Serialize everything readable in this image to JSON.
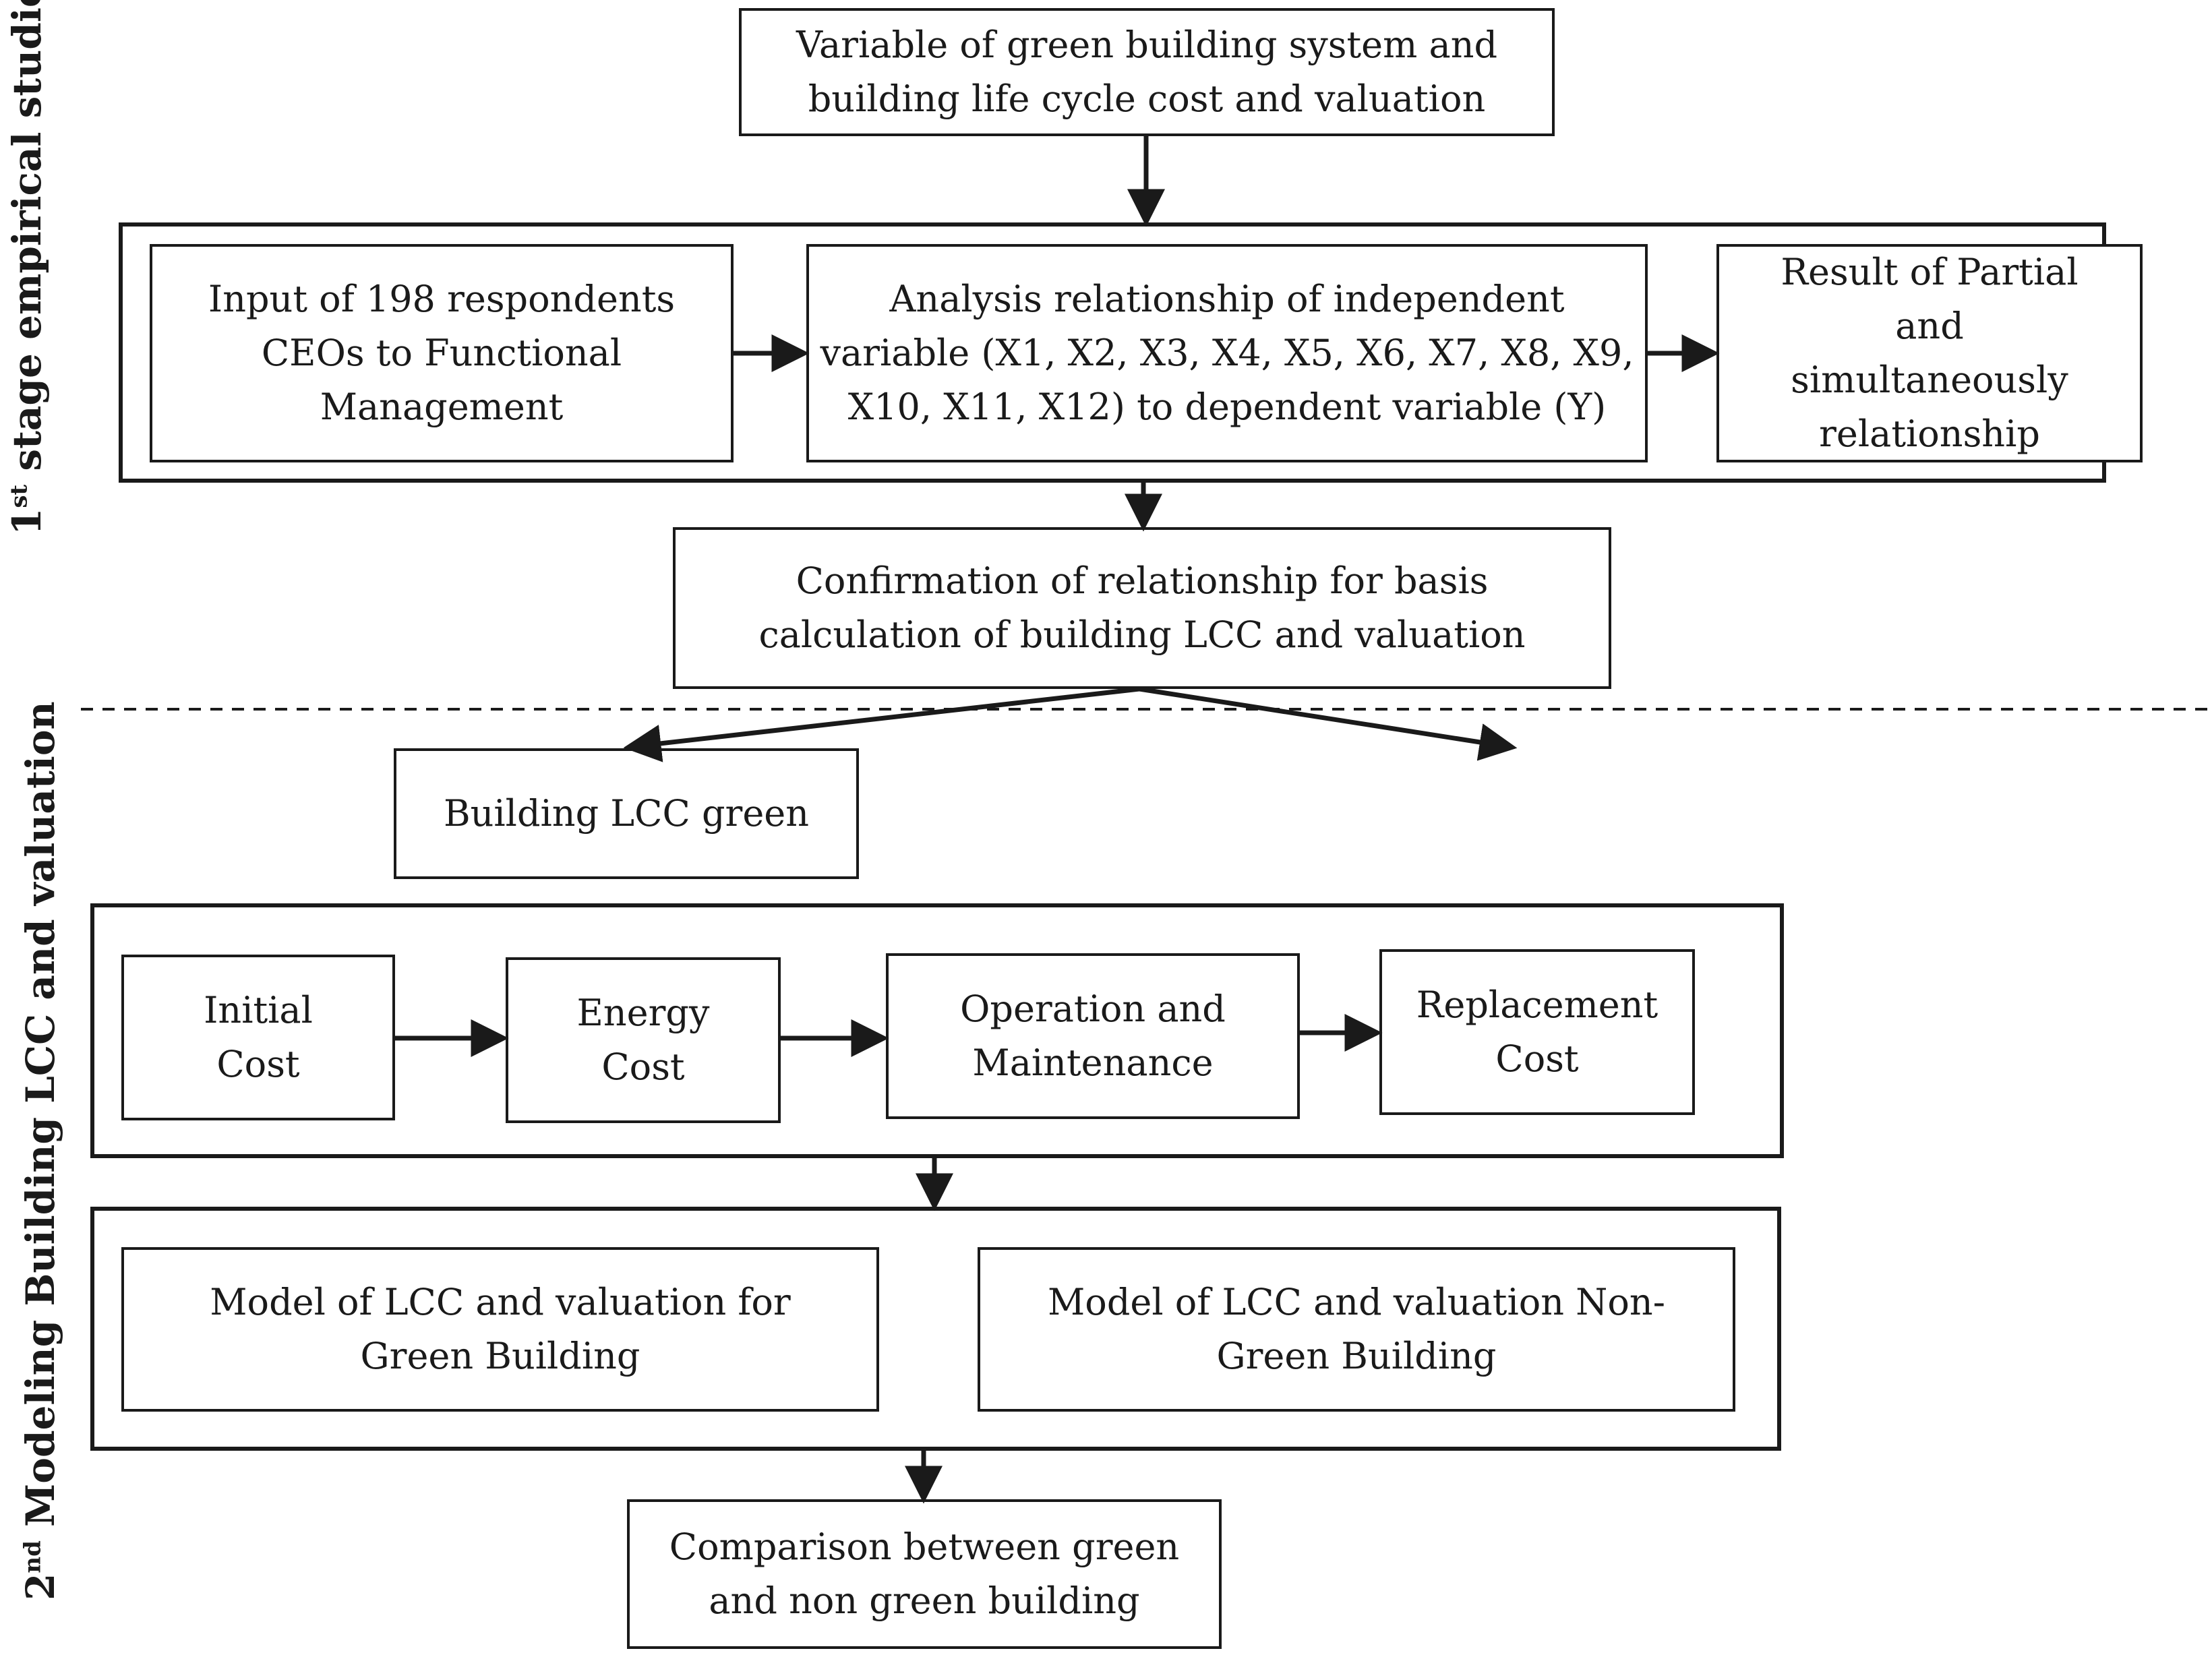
{
  "diagram": {
    "stage1": {
      "label_ord": "1",
      "label_sup": "st",
      "label_rest": " stage empirical studies"
    },
    "stage2": {
      "label_ord": "2",
      "label_sup": "nd",
      "label_rest": " Modeling Building LCC and valuation"
    },
    "nodes": {
      "variables": "Variable of green building system and\nbuilding life cycle cost and valuation",
      "input": "Input of 198 respondents\nCEOs to Functional\nManagement",
      "analysis": "Analysis relationship of independent\nvariable (X1, X2, X3, X4, X5, X6, X7, X8, X9,\nX10, X11, X12) to dependent variable (Y)",
      "result": "Result of Partial\nand\nsimultaneously\nrelationship",
      "confirmation": "Confirmation of relationship for basis\ncalculation of building LCC and valuation",
      "lcc_green": "Building LCC green",
      "initial_cost": "Initial\nCost",
      "energy_cost": "Energy\nCost",
      "operation": "Operation and\nMaintenance",
      "replacement": "Replacement\nCost",
      "model_green": "Model of LCC and valuation for\nGreen Building",
      "model_non_green": "Model of LCC and valuation Non-\nGreen Building",
      "comparison": "Comparison between green\nand non green building"
    }
  }
}
